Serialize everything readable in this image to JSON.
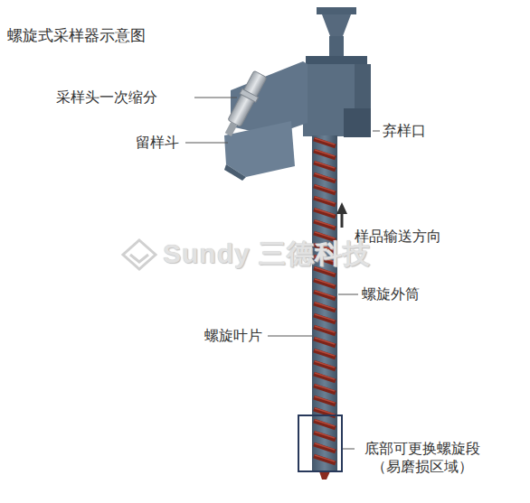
{
  "diagram": {
    "title": "螺旋式采样器示意图",
    "labels": [
      "采样头一次缩分",
      "留样斗",
      "弃样口",
      "Sundy 三德科技",
      "样品输送方向",
      "螺旋外筒",
      "螺旋叶片",
      "底部可更换螺旋段 （易磨损区域）"
    ]
  }
}
